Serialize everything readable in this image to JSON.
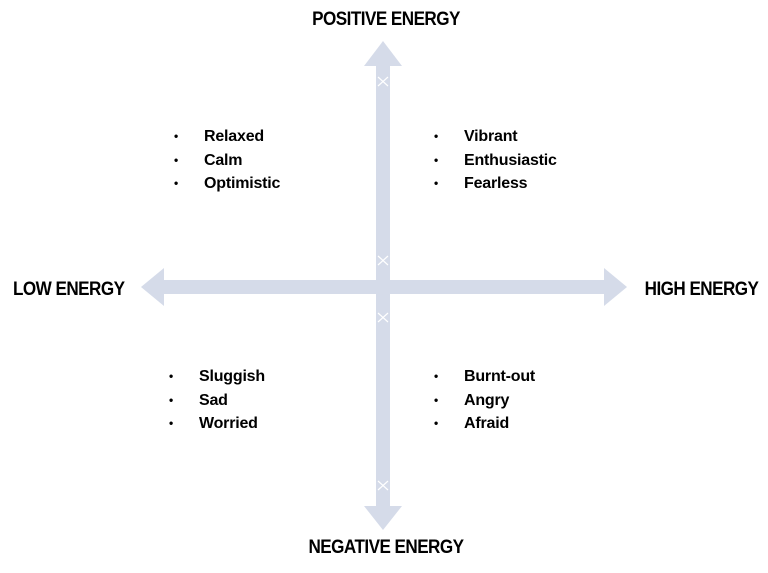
{
  "axes": {
    "top": "POSITIVE ENERGY",
    "bottom": "NEGATIVE ENERGY",
    "left": "LOW ENERGY",
    "right": "HIGH ENERGY"
  },
  "quadrants": {
    "top_left": [
      "Relaxed",
      "Calm",
      "Optimistic"
    ],
    "top_right": [
      "Vibrant",
      "Enthusiastic",
      "Fearless"
    ],
    "bottom_left": [
      "Sluggish",
      "Sad",
      "Worried"
    ],
    "bottom_right": [
      "Burnt-out",
      "Angry",
      "Afraid"
    ]
  },
  "bullet": "•",
  "colors": {
    "arrow": "#d5dbe9",
    "text": "#000000"
  }
}
